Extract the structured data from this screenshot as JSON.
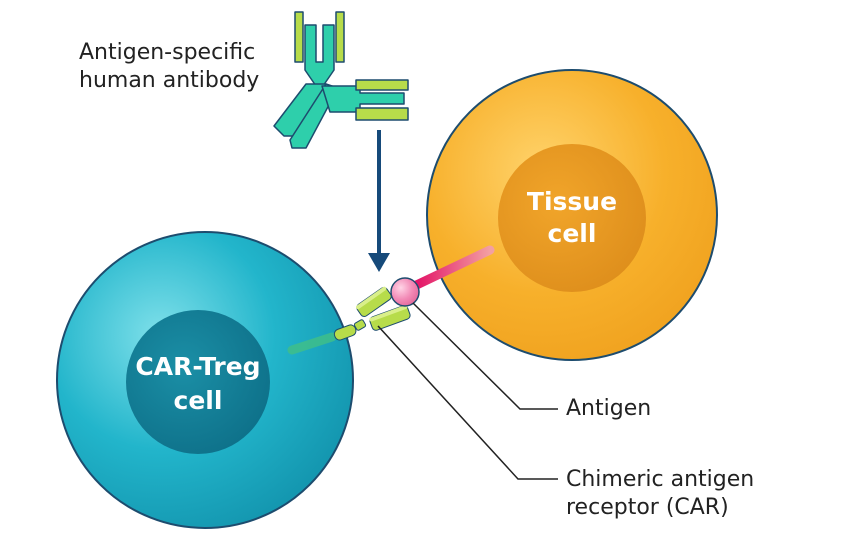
{
  "labels": {
    "antibody_line1": "Antigen-specific",
    "antibody_line2": "human antibody",
    "tissue_line1": "Tissue",
    "tissue_line2": "cell",
    "treg_line1": "CAR-Treg",
    "treg_line2": "cell",
    "antigen": "Antigen",
    "car_line1": "Chimeric antigen",
    "car_line2": "receptor (CAR)"
  },
  "colors": {
    "treg_cell": "#1ab0c6",
    "treg_nucleus": "#0f7f98",
    "tissue_cell": "#f7b02b",
    "tissue_nucleus": "#e3921a",
    "antibody_teal": "#2ecfab",
    "antibody_lime": "#b7dc4a",
    "antigen": "#f06fa2",
    "arrow": "#164a7a"
  },
  "icons": {
    "antibody": "y-shaped-antibody-icon",
    "arrow": "down-arrow-icon",
    "antigen": "antigen-sphere-icon",
    "car": "chimeric-receptor-icon"
  }
}
